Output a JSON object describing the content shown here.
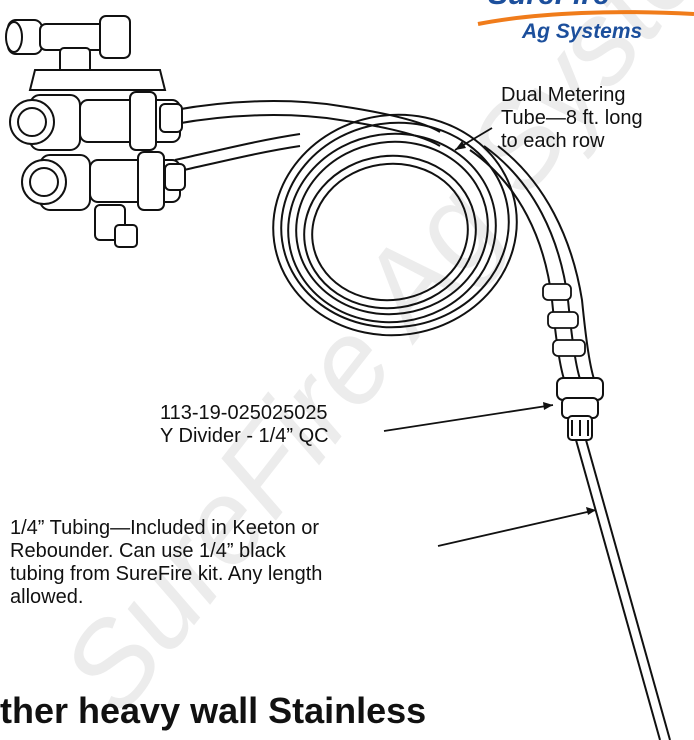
{
  "brand": {
    "name_partial": "SureFire",
    "subtitle": "Ag Systems",
    "accent_color": "#f07c1b",
    "brand_color": "#1c4f9c"
  },
  "watermark": {
    "text": "SureFire Ag Systems",
    "color": "#e9e9e9"
  },
  "callouts": {
    "metering_tube": [
      "Dual Metering",
      "Tube—8 ft. long",
      "to each row"
    ],
    "y_divider": [
      "113-19-025025025",
      "Y Divider - 1/4” QC"
    ],
    "tubing": [
      "1/4” Tubing—Included in Keeton or",
      "Rebounder.  Can use 1/4” black",
      "tubing from SureFire kit.  Any length",
      "allowed."
    ]
  },
  "heading": "ther heavy wall Stainless"
}
